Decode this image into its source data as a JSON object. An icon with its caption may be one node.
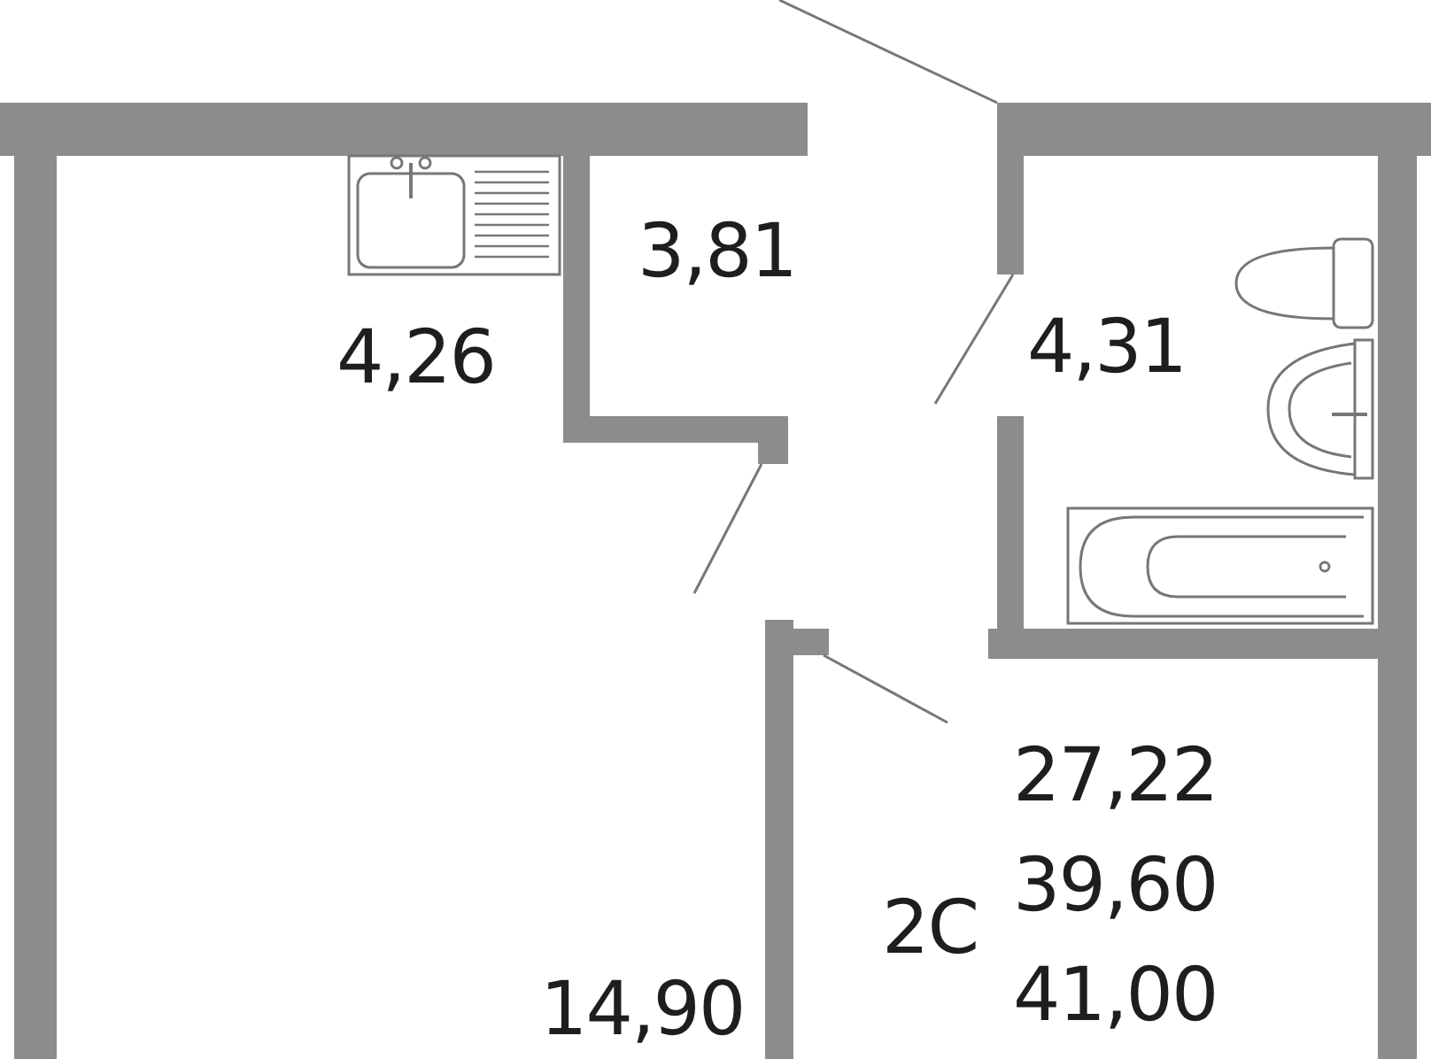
{
  "diagram": {
    "labels": [
      "3,81",
      "4,31",
      "4,26",
      "27,22",
      "2C",
      "39,60",
      "41,00",
      "14,90"
    ]
  }
}
